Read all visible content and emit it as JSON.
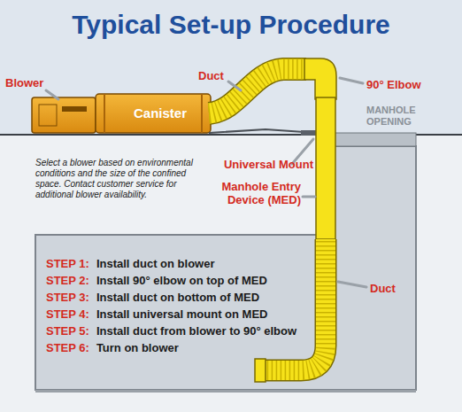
{
  "diagram": {
    "title": "Typical Set-up Procedure",
    "nodes": [
      {
        "text": [
          "Canister"
        ]
      },
      {
        "text": [
          "STEP 1:",
          "Install duct on blower",
          "STEP 2:",
          "Install 90° elbow on top of MED",
          "STEP 3:",
          "Install duct on bottom of MED",
          "STEP 4:",
          "Install universal mount on MED",
          "STEP 5:",
          "Install duct from blower to 90° elbow",
          "STEP 6:",
          "Turn on blower"
        ]
      }
    ],
    "labels": [
      "Blower",
      "Duct",
      "90° Elbow",
      "MANHOLE OPENING",
      "Universal Mount",
      "Manhole Entry Device (MED)",
      "Select a blower based on environmental conditions and the size of the confined space. Contact customer service for additional blower availability.",
      "Duct"
    ]
  }
}
